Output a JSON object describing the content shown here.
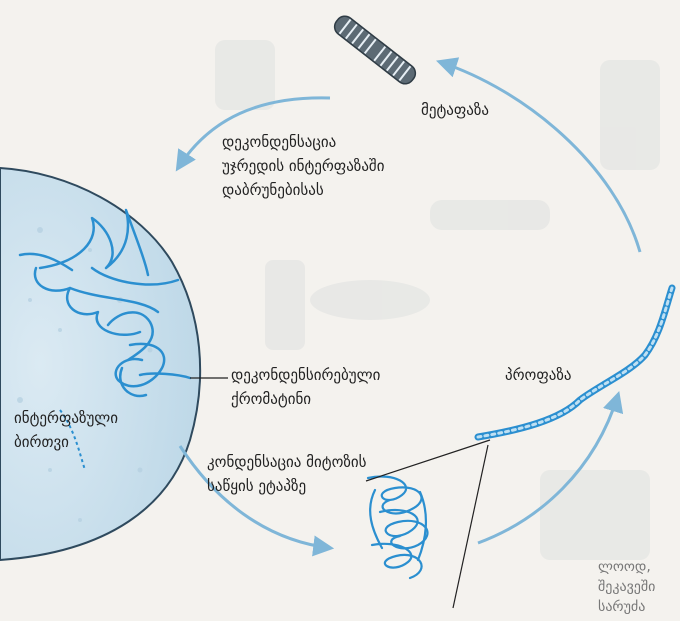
{
  "labels": {
    "metaphase": "მეტაფაზა",
    "decondensation": [
      "დეკონდენსაცია",
      "უჯრედის ინტერფაზაში",
      "დაბრუნებისას"
    ],
    "decondensed_chromatin": [
      "დეკონდენსირებული",
      "ქრომატინი"
    ],
    "interphase_nucleus": [
      "ინტერფაზული",
      "ბირთვი"
    ],
    "prophase": "პროფაზა",
    "condensation": [
      "კონდენსაცია მიტოზის",
      "საწყის ეტაპზე"
    ]
  },
  "page_bleed_text": [
    "ლოოდ,",
    "შეკავეში",
    "სარუძა"
  ],
  "colors": {
    "arrow": "#7fb6d8",
    "chromosome": "#2b8fd0",
    "nucleus_fill": "#cfe3ee",
    "nucleus_edge": "#2f4a5e",
    "text": "#222222"
  }
}
